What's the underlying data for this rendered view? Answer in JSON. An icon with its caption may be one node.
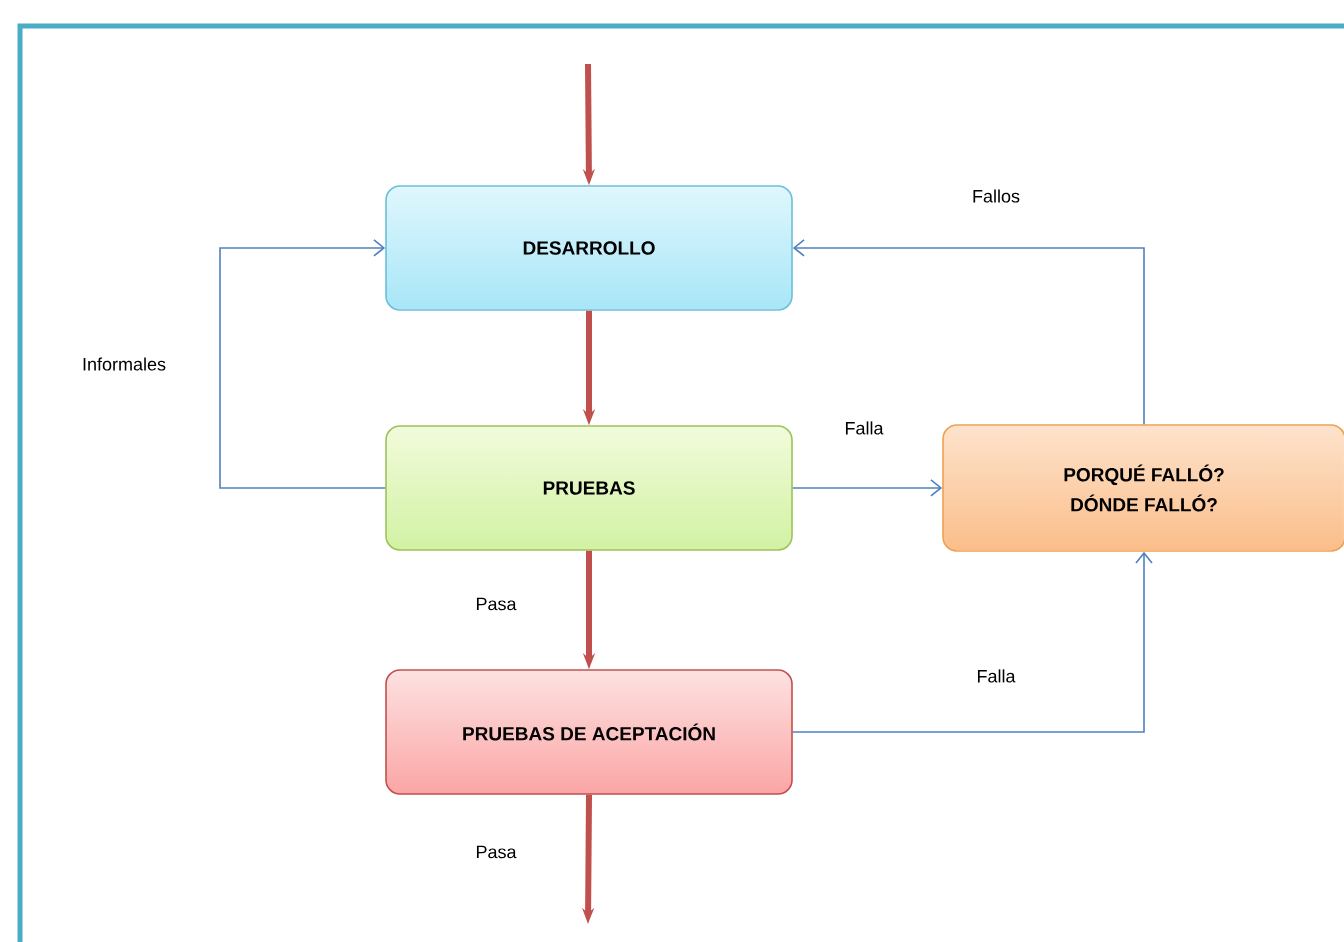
{
  "diagram": {
    "nodes": [
      {
        "text": [
          "DESARROLLO"
        ]
      },
      {
        "text": [
          "PRUEBAS"
        ]
      },
      {
        "text": [
          "PRUEBAS DE ACEPTACIÓN"
        ]
      },
      {
        "text": [
          "PORQUÉ FALLÓ?",
          "DÓNDE FALLÓ?"
        ]
      }
    ],
    "edges": [
      {
        "from": null,
        "to": 0,
        "arrow": "to",
        "style": "thick",
        "color": "#c0504d"
      },
      {
        "from": 0,
        "to": 1,
        "arrow": "to",
        "style": "thick",
        "color": "#c0504d"
      },
      {
        "from": 1,
        "to": 2,
        "arrow": "to",
        "label": "Pasa",
        "style": "thick",
        "color": "#c0504d"
      },
      {
        "from": 2,
        "to": null,
        "arrow": "to",
        "label": "Pasa",
        "style": "thick",
        "color": "#c0504d"
      },
      {
        "from": 1,
        "to": 0,
        "arrow": "to",
        "label": "Informales",
        "color": "#4f81bd"
      },
      {
        "from": 1,
        "to": 3,
        "arrow": "to",
        "label": "Falla",
        "color": "#4f81bd"
      },
      {
        "from": 2,
        "to": 3,
        "arrow": "to",
        "label": "Falla",
        "color": "#4f81bd"
      },
      {
        "from": 3,
        "to": 0,
        "arrow": "to",
        "label": "Fallos",
        "color": "#4f81bd"
      }
    ]
  }
}
